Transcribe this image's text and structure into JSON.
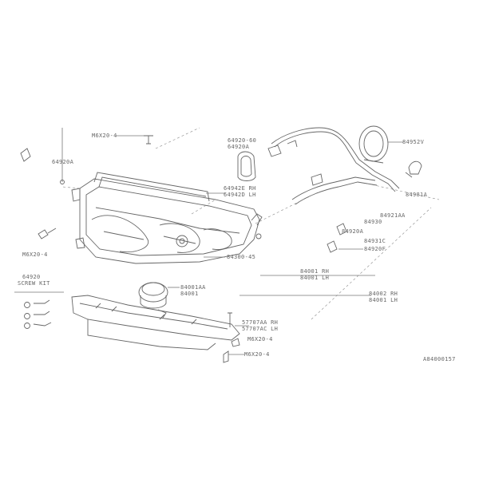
{
  "labels": {
    "screw_top": "M6X20-4",
    "clip_a_left": "64920A",
    "screw_left": "M6X20-4",
    "kit_title": "64920",
    "kit_sub": "SCREW KIT",
    "retainer_a": "64920-60",
    "retainer_b": "64920A",
    "retainer_rh_lh": "64942E RH\n64942D LH",
    "lens_assembly": "84300-45",
    "socket_right": "84952V",
    "bulb_right": "84981A",
    "harness_a": "84921AA",
    "harness_b": "84930",
    "clip_right": "84920A",
    "clip_bottom_right": "84931C",
    "nut_right": "84920F",
    "headlamp": "84001 RH\n84001 LH",
    "housing": "84001AA\n84001",
    "bracket_rh_lh": "84002 RH\n84001 LH",
    "bolt_a": "57707AA RH\n57707AC LH",
    "bolt_b": "M6X20-4",
    "bolt_c": "M6X20-4",
    "drawing_id": "A84000157"
  },
  "icons": {
    "screw": "screw-icon",
    "clip": "clip-icon",
    "bulb": "bulb-icon",
    "socket": "socket-icon",
    "connector": "connector-icon"
  }
}
